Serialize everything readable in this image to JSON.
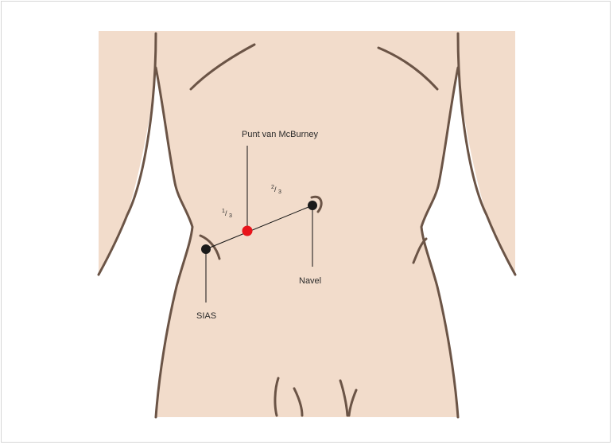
{
  "labels": {
    "mcburney": "Punt van McBurney",
    "navel": "Navel",
    "sias": "SIAS"
  },
  "fractions": {
    "one_third": {
      "num": "1",
      "den": "3"
    },
    "two_thirds": {
      "num": "2",
      "den": "3"
    }
  },
  "colors": {
    "skin": "#f2dccb",
    "outline": "#6b5446",
    "line": "#111111",
    "landmark": "#1a1a1a",
    "mcburney_point": "#e8141b",
    "border": "#d6d6d6"
  }
}
